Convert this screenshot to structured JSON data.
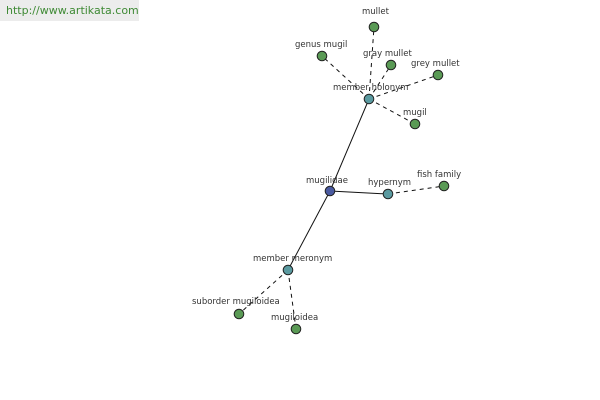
{
  "banner": {
    "url": "http://www.artikata.com"
  },
  "colors": {
    "center_node": "#4a5aa0",
    "relation_node": "#5a9aa0",
    "leaf_node": "#5a9a55",
    "banner_background": "#ececec",
    "banner_text": "#3f8a35"
  },
  "graph": {
    "center": {
      "id": "mugilidae",
      "label": "mugilidae",
      "kind": "center"
    },
    "relations": [
      {
        "id": "member-holonym",
        "label": "member holonym",
        "kind": "relation"
      },
      {
        "id": "hypernym",
        "label": "hypernym",
        "kind": "relation"
      },
      {
        "id": "member-meronym",
        "label": "member meronym",
        "kind": "relation"
      }
    ],
    "leaves": [
      {
        "id": "mullet",
        "label": "mullet",
        "parent": "member-holonym"
      },
      {
        "id": "genus-mugil",
        "label": "genus mugil",
        "parent": "member-holonym"
      },
      {
        "id": "gray-mullet",
        "label": "gray mullet",
        "parent": "member-holonym"
      },
      {
        "id": "grey-mullet",
        "label": "grey mullet",
        "parent": "member-holonym"
      },
      {
        "id": "mugil",
        "label": "mugil",
        "parent": "member-holonym"
      },
      {
        "id": "fish-family",
        "label": "fish family",
        "parent": "hypernym"
      },
      {
        "id": "suborder-mugiloidea",
        "label": "suborder mugiloidea",
        "parent": "member-meronym"
      },
      {
        "id": "mugiloidea",
        "label": "mugiloidea",
        "parent": "member-meronym"
      }
    ]
  }
}
